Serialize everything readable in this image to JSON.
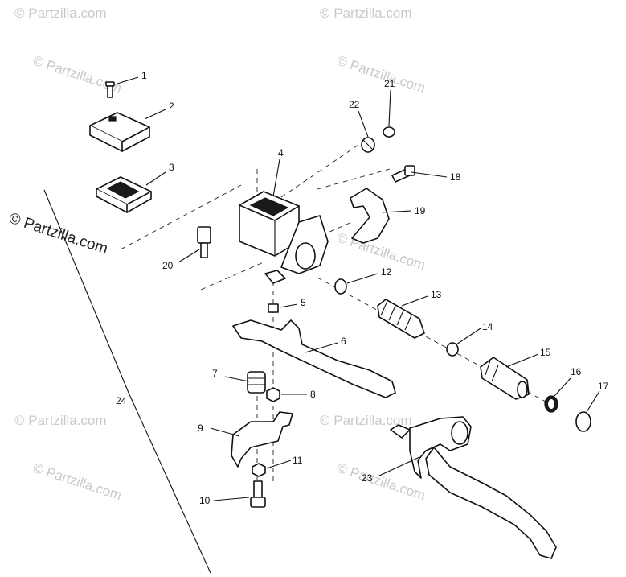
{
  "watermark": {
    "text": "© Partzilla.com",
    "light_color": "#c9c9c9",
    "dark_color": "#222222"
  },
  "callouts": {
    "c1": "1",
    "c2": "2",
    "c3": "3",
    "c4": "4",
    "c5": "5",
    "c6": "6",
    "c7": "7",
    "c8": "8",
    "c9": "9",
    "c10": "10",
    "c11": "11",
    "c12": "12",
    "c13": "13",
    "c14": "14",
    "c15": "15",
    "c16": "16",
    "c17": "17",
    "c18": "18",
    "c19": "19",
    "c20": "20",
    "c21": "21",
    "c22": "22",
    "c23": "23",
    "c24": "24"
  }
}
